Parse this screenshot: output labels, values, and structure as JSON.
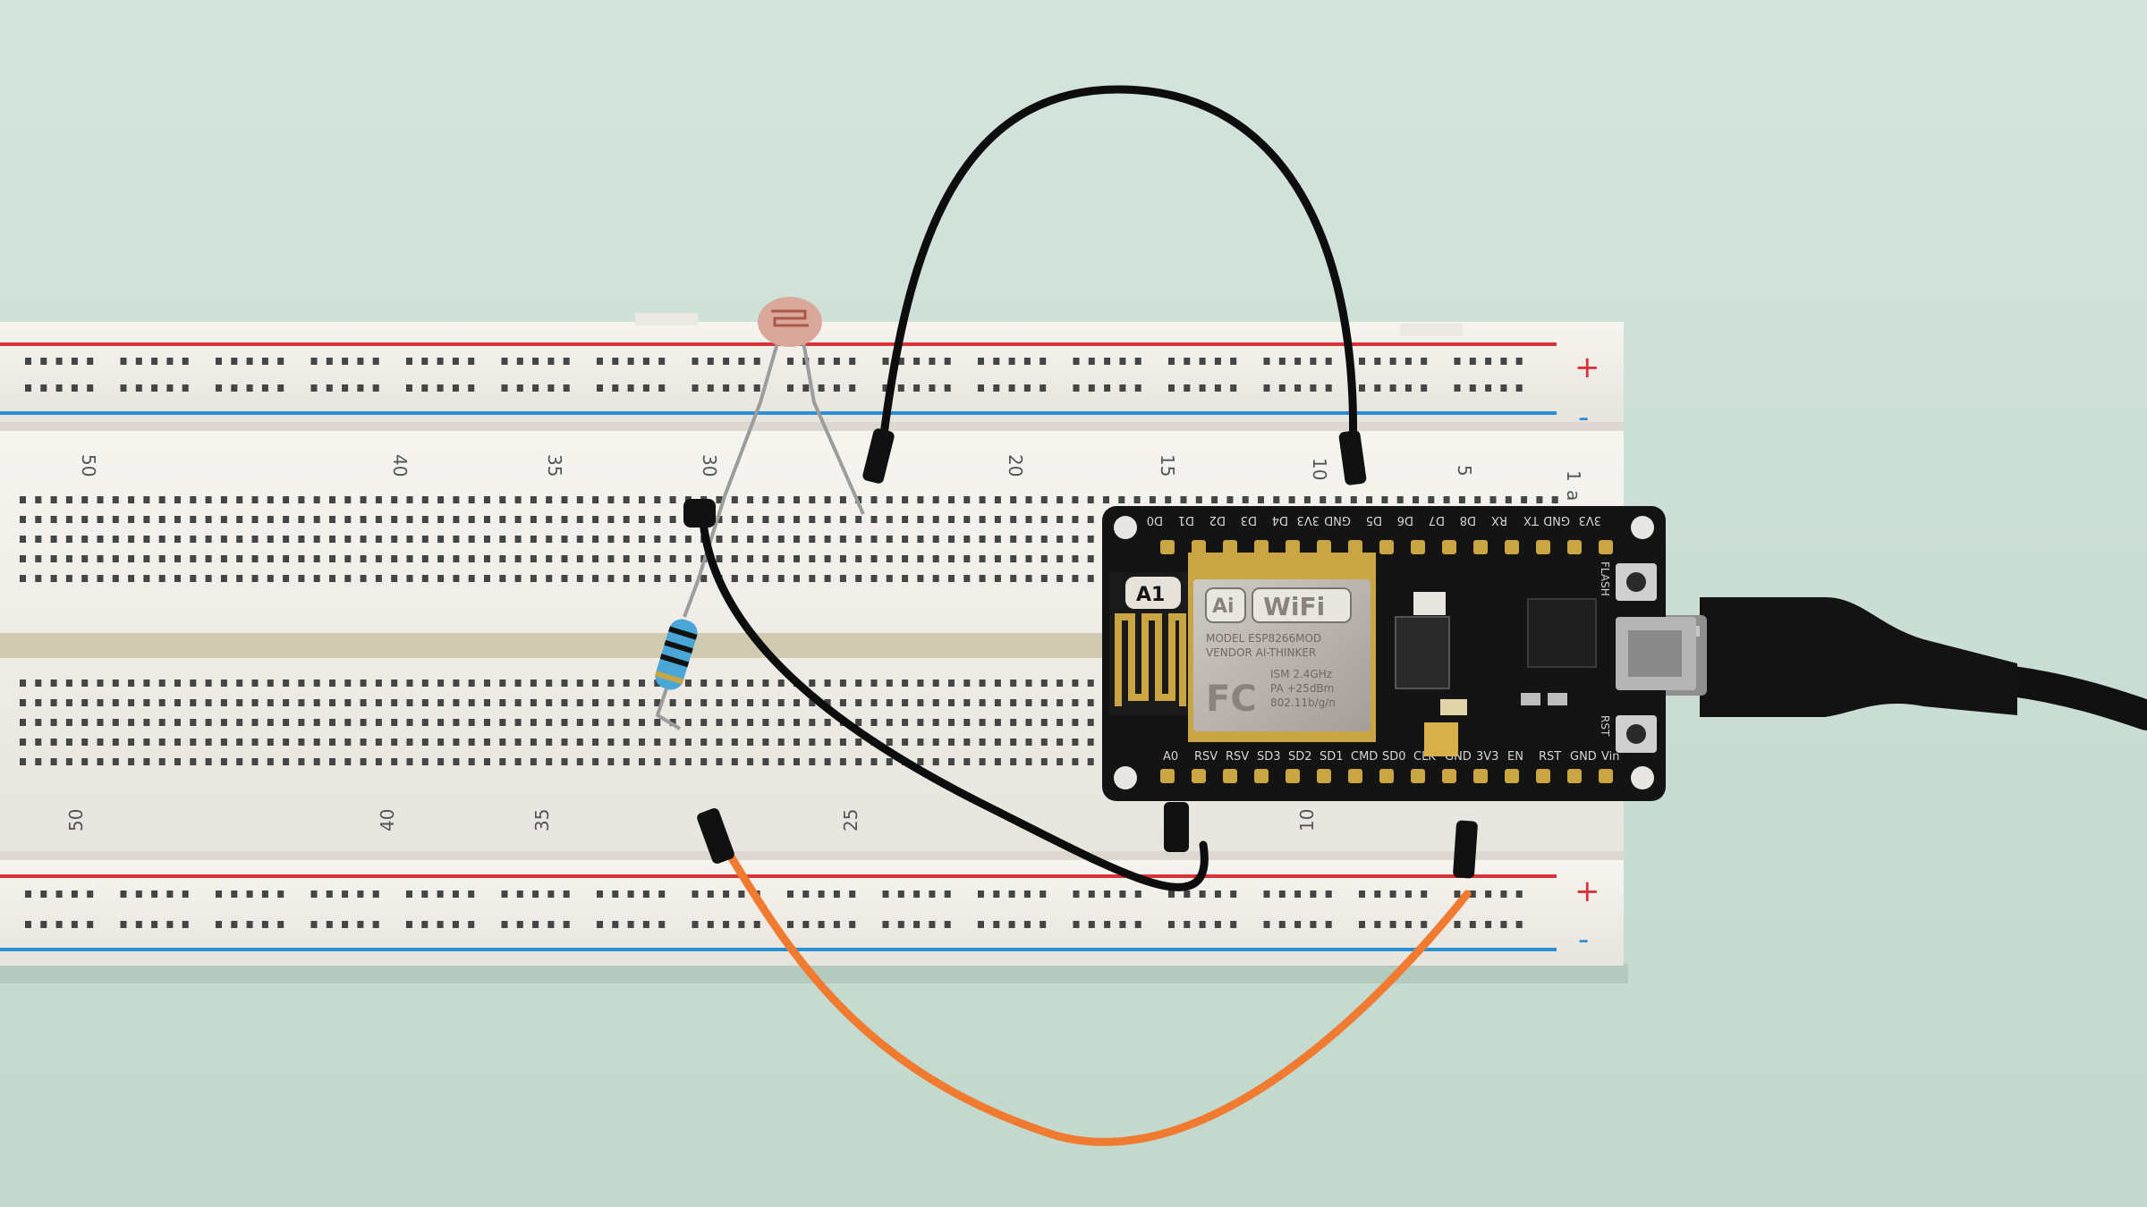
{
  "colors": {
    "background": "#c9ddd3",
    "breadboard": "#f1efea",
    "rail_red": "#d9333a",
    "rail_blue": "#2b8fd6",
    "hole": "#4a4a4a",
    "pcb": "#141414",
    "wifi_shield": "#b9b4ae",
    "antenna": "#c9a544",
    "wire_black": "#0d0d0d",
    "wire_orange": "#f07a2f",
    "resistor_body": "#4aa6d6",
    "ldr_body": "#d9a89a",
    "usb_cable": "#111111"
  },
  "breadboard": {
    "top_numbers": [
      "50",
      "40",
      "35",
      "30",
      "20",
      "15",
      "10",
      "5",
      "1"
    ],
    "bottom_numbers": [
      "50",
      "40",
      "35",
      "25",
      "10"
    ],
    "row_letter": "a",
    "rail_plus": "+",
    "rail_minus": "-"
  },
  "module": {
    "top_pins": [
      "D0",
      "D1",
      "D2",
      "D3",
      "D4",
      "3V3",
      "GND",
      "D5",
      "D6",
      "D7",
      "D8",
      "RX",
      "TX",
      "GND",
      "3V3"
    ],
    "bottom_pins": [
      "A0",
      "RSV",
      "RSV",
      "SD3",
      "SD2",
      "SD1",
      "CMD",
      "SD0",
      "CLK",
      "GND",
      "3V3",
      "EN",
      "RST",
      "GND",
      "Vin"
    ],
    "shield_brand": "Ai",
    "shield_wifi": "WiFi",
    "shield_lines": [
      "MODEL   ESP8266MOD",
      "VENDOR  AI-THINKER",
      "ISM 2.4GHz",
      "PA +25dBm",
      "802.11b/g/n"
    ],
    "fcc_mark": "FC",
    "antenna_logo": "A1",
    "button_flash": "FLASH",
    "button_rst": "RST"
  }
}
